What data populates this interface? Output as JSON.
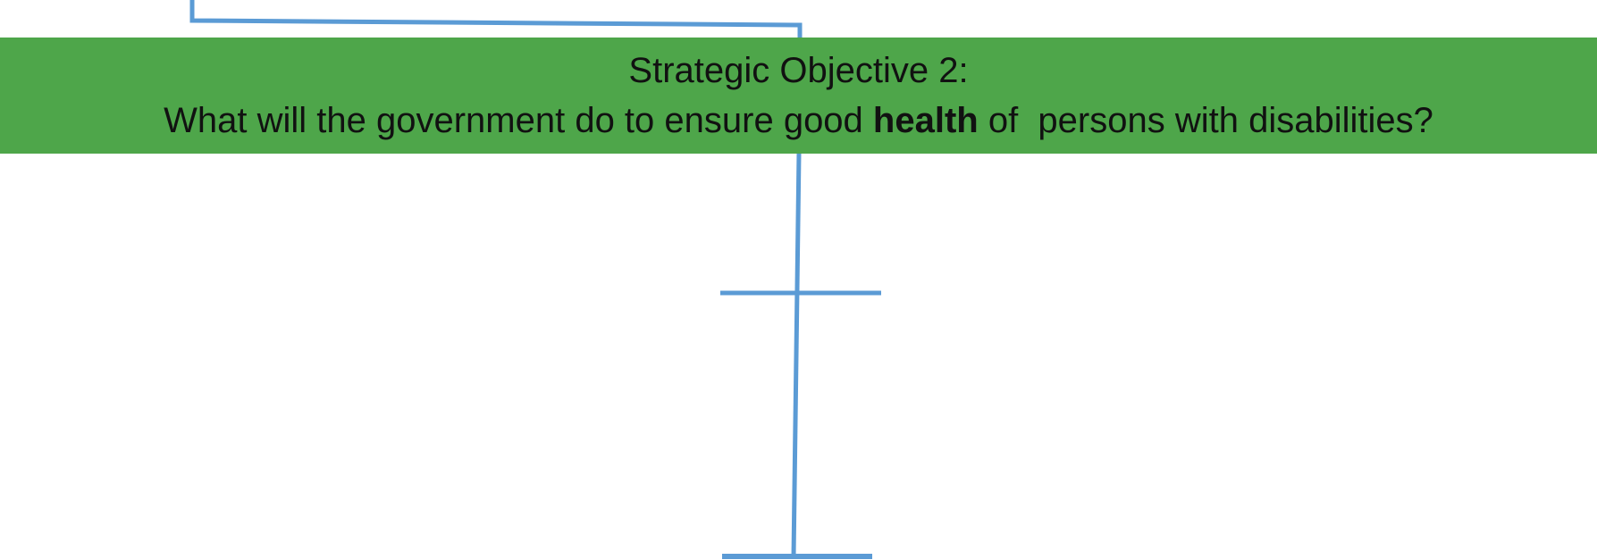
{
  "objective": {
    "title": "Strategic Objective 2:",
    "question_before": "What will the government do to ensure good ",
    "question_emphasis": "health",
    "question_after": " of  persons with disabilities?"
  },
  "colors": {
    "banner_fill": "#4ea64a",
    "connector_stroke": "#5b9bd5",
    "text": "#111111"
  }
}
